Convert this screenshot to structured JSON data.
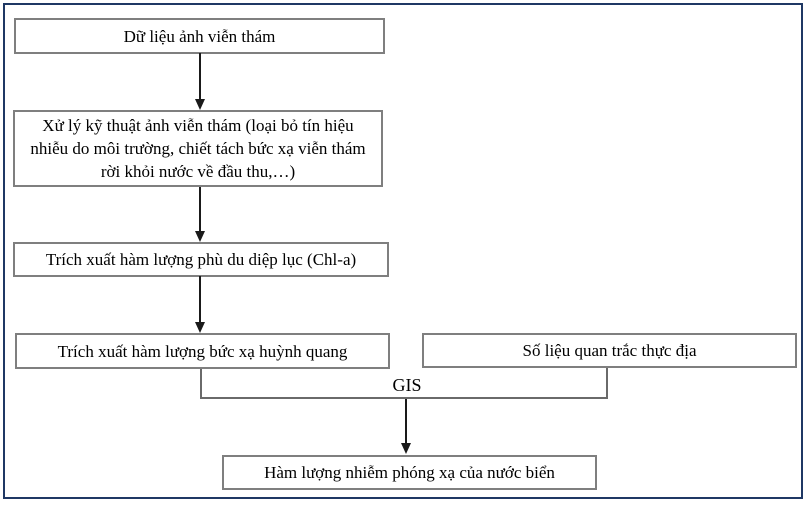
{
  "diagram": {
    "type": "flowchart",
    "nodes": [
      {
        "id": "remote-sensing-data",
        "label": "Dữ liệu ảnh viễn thám"
      },
      {
        "id": "image-processing",
        "label": "Xử lý kỹ thuật ảnh viễn thám (loại bỏ tín hiệu nhiễu do môi trường, chiết tách bức xạ viễn thám rời khỏi nước về đầu thu,…)"
      },
      {
        "id": "chlorophyll-extraction",
        "label": "Trích xuất hàm lượng phù du diệp lục (Chl-a)"
      },
      {
        "id": "fluorescence-extraction",
        "label": "Trích xuất hàm lượng bức xạ huỳnh quang"
      },
      {
        "id": "field-observation-data",
        "label": "Số liệu quan trắc thực địa"
      },
      {
        "id": "radioactivity-result",
        "label": "Hàm lượng nhiễm phóng xạ của nước biển"
      }
    ],
    "edge_label": "GIS",
    "edges": [
      {
        "from": "remote-sensing-data",
        "to": "image-processing"
      },
      {
        "from": "image-processing",
        "to": "chlorophyll-extraction"
      },
      {
        "from": "chlorophyll-extraction",
        "to": "fluorescence-extraction"
      },
      {
        "from": "fluorescence-extraction",
        "to": "radioactivity-result",
        "via": "GIS"
      },
      {
        "from": "field-observation-data",
        "to": "radioactivity-result",
        "via": "GIS"
      }
    ],
    "colors": {
      "frame": "#1f3864",
      "box_border": "#7f7f7f",
      "arrow": "#1a1a1a",
      "bracket": "#6a6a6a",
      "text": "#000000",
      "background": "#ffffff"
    }
  }
}
